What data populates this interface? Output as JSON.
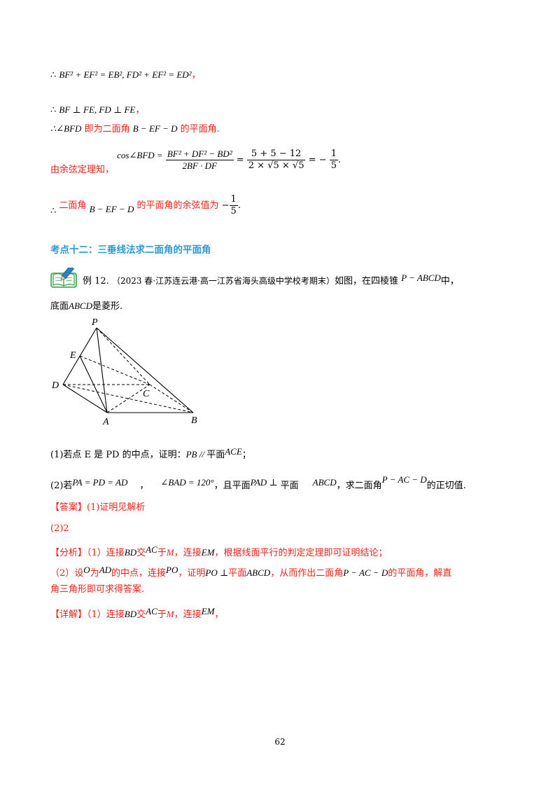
{
  "proof": {
    "l1_a": "∴",
    "l1_eq": "BF² + EF² = EB², FD² + EF² = ED²",
    "l1_comma": "，",
    "l2_a": "∴",
    "l2_eq": "BF ⊥ FE, FD ⊥ FE",
    "l2_comma": "，",
    "l3_a": "∴∠BFD",
    "l3_t1": "即为二面角",
    "l3_m": "B − EF − D",
    "l3_t2": "的平面角.",
    "l4_t": "由余弦定理知，",
    "l4_lhs": "cos∠BFD =",
    "l4_f1_num": "BF² + DF² − BD²",
    "l4_f1_den": "2BF · DF",
    "l4_eq": "=",
    "l4_f2_num": "5 + 5 − 12",
    "l4_f2_den": "2 × √5 × √5",
    "l4_eq2": "= −",
    "l4_f3_num": "1",
    "l4_f3_den": "5",
    "l4_dot": ".",
    "l5_a": "∴",
    "l5_t1": "二面角",
    "l5_m": "B − EF − D",
    "l5_t2": "的平面角的余弦值为",
    "l5_neg": "−",
    "l5_f_num": "1",
    "l5_f_den": "5",
    "l5_dot": "."
  },
  "section": {
    "title": "考点十二：三垂线法求二面角的平面角"
  },
  "example": {
    "label": "例 12.",
    "source": "（2023 春·江苏连云港·高一江苏省海头高级中学校考期末）",
    "t1": "如图，在四棱锥",
    "m1": "P − ABCD",
    "t2": "中，",
    "line2_t1": "底面",
    "line2_m": "ABCD",
    "line2_t2": "是菱形."
  },
  "figure": {
    "labels": {
      "P": "P",
      "E": "E",
      "D": "D",
      "C": "C",
      "A": "A",
      "B": "B"
    }
  },
  "questions": {
    "q1_t1": "(1)若点 E 是 PD 的中点，证明：",
    "q1_m1": "PB // ",
    "q1_t2": "平面",
    "q1_m2": "ACE",
    "q1_t3": "；",
    "q2_t1": "(2)若",
    "q2_m1": "PA = PD = AD",
    "q2_c1": "，",
    "q2_m2": "∠BAD = 120°",
    "q2_t2": "，且平面",
    "q2_m3": "PAD ⊥",
    "q2_t3": "平面",
    "q2_m4": "ABCD",
    "q2_t4": "，求二面角",
    "q2_m5": "P − AC − D",
    "q2_t5": "的正切值."
  },
  "answer": {
    "label": "【答案】",
    "a1": "(1)证明见解析",
    "a2": "(2)2"
  },
  "analysis": {
    "label": "【分析】",
    "l1_t1": "（1）连接",
    "l1_m1": "BD",
    "l1_t2": "交",
    "l1_m2": "AC",
    "l1_t3": "于",
    "l1_m3": "M",
    "l1_t4": "，连接",
    "l1_m4": "EM",
    "l1_t5": "，根据线面平行的判定定理即可证明结论；",
    "l2_t1": "（2）设",
    "l2_m1": "O",
    "l2_t2": "为",
    "l2_m2": "AD",
    "l2_t3": "的中点，连接",
    "l2_m3": "PO",
    "l2_t4": "，证明",
    "l2_m4": "PO ⊥",
    "l2_t5": "平面",
    "l2_m5": "ABCD",
    "l2_t6": "，从而作出二面角",
    "l2_m6": "P − AC − D",
    "l2_t7": "的平面角，解直",
    "l3_t": "角三角形即可求得答案."
  },
  "detail": {
    "label": "【详解】",
    "t1": "（1）连接",
    "m1": "BD",
    "t2": "交",
    "m2": "AC",
    "t3": "于",
    "m3": "M",
    "t4": "，连接",
    "m4": "EM",
    "t5": "，"
  },
  "page": {
    "number": "62"
  },
  "colors": {
    "red": "#e8231c",
    "blue": "#2a9bd6",
    "icon_green": "#3a9e4a"
  }
}
